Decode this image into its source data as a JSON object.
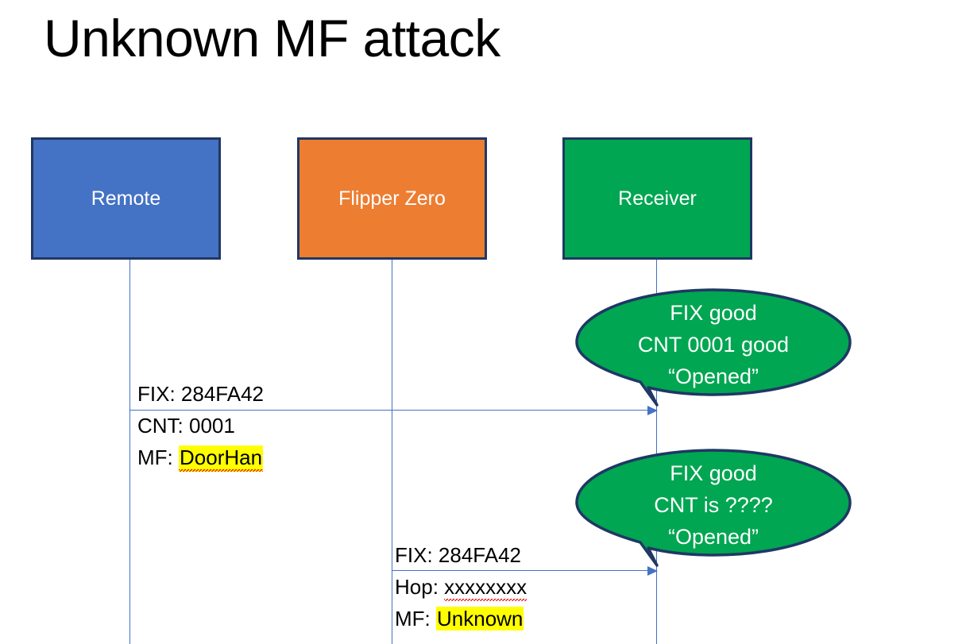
{
  "slide": {
    "title": "Unknown MF attack",
    "background": "#FFFFFF"
  },
  "colors": {
    "remote_fill": "#4472C4",
    "flipper_fill": "#ED7D31",
    "receiver_fill": "#00A651",
    "box_border": "#1F3864",
    "lifeline": "#4472C4",
    "arrow": "#4472C4",
    "bubble_fill": "#00A651",
    "bubble_border": "#1F3864",
    "highlight": "#FFFF00",
    "text_dark": "#000000",
    "text_light": "#FFFFFF"
  },
  "actors": [
    {
      "id": "remote",
      "label": "Remote"
    },
    {
      "id": "flipper",
      "label": "Flipper Zero"
    },
    {
      "id": "receiver",
      "label": "Receiver"
    }
  ],
  "messages": [
    {
      "id": "message-1",
      "from": "remote",
      "to": "receiver",
      "lines": [
        {
          "label": "FIX: ",
          "value": "284FA42",
          "highlight": false,
          "spellcheck": false
        },
        {
          "label": "CNT: ",
          "value": "0001",
          "highlight": false,
          "spellcheck": false
        },
        {
          "label": "MF: ",
          "value": "DoorHan",
          "highlight": true,
          "spellcheck": true
        }
      ]
    },
    {
      "id": "message-2",
      "from": "flipper",
      "to": "receiver",
      "lines": [
        {
          "label": "FIX: ",
          "value": "284FA42",
          "highlight": false,
          "spellcheck": false
        },
        {
          "label": "Hop: ",
          "value": "xxxxxxxx",
          "highlight": false,
          "spellcheck": true
        },
        {
          "label": "MF: ",
          "value": "Unknown",
          "highlight": true,
          "spellcheck": false
        }
      ]
    }
  ],
  "bubbles": [
    {
      "id": "bubble-1",
      "owner": "receiver",
      "lines": [
        "FIX good",
        "CNT 0001 good",
        "“Opened”"
      ]
    },
    {
      "id": "bubble-2",
      "owner": "receiver",
      "lines": [
        "FIX good",
        "CNT is ????",
        "“Opened”"
      ]
    }
  ]
}
